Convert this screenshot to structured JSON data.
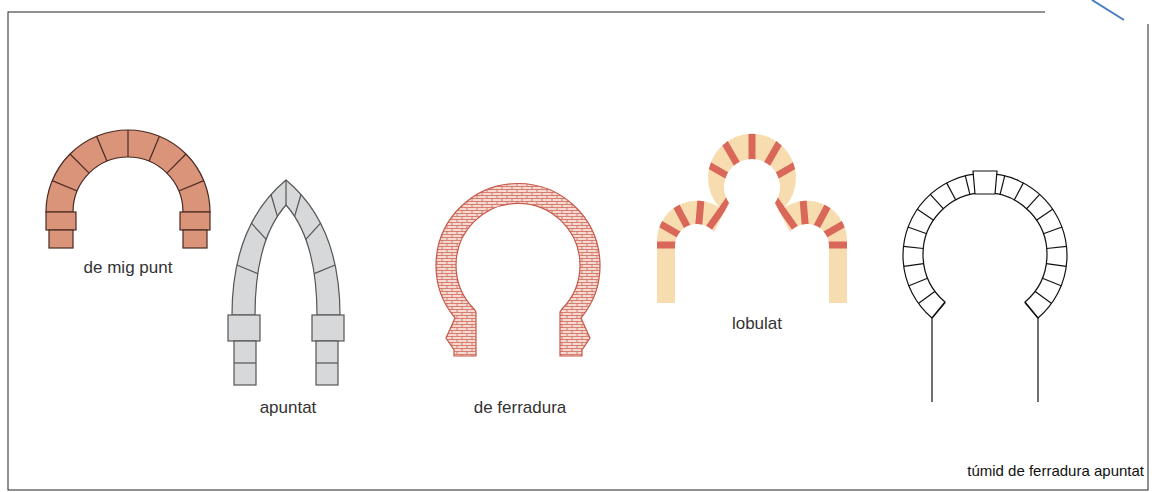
{
  "diagram": {
    "labels": [
      "de mig punt",
      "apuntat",
      "de ferradura",
      "lobulat",
      "túmid de ferradura apuntat"
    ]
  }
}
